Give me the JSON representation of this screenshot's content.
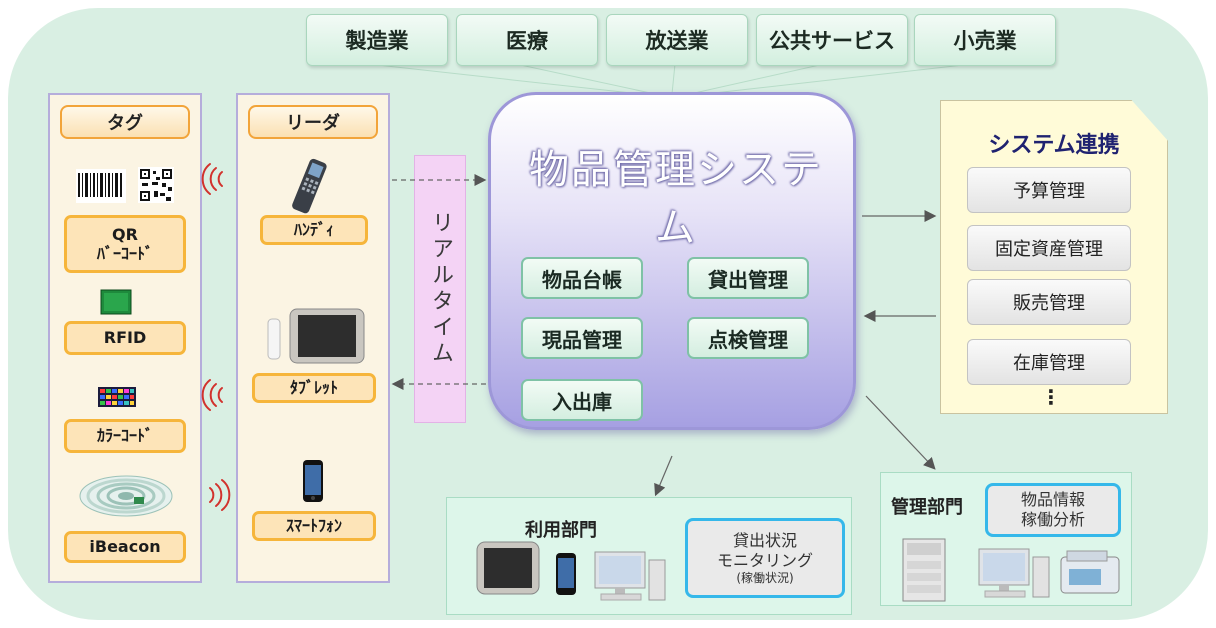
{
  "industries": [
    "製造業",
    "医療",
    "放送業",
    "公共サービス",
    "小売業"
  ],
  "tag_column": {
    "title": "タグ",
    "items": [
      "QR\nﾊﾞｰｺｰﾄﾞ",
      "RFID",
      "ｶﾗｰｺｰﾄﾞ",
      "iBeacon"
    ]
  },
  "reader_column": {
    "title": "リーダ",
    "items": [
      "ﾊﾝﾃﾞｨ",
      "ﾀﾌﾞﾚｯﾄ",
      "ｽﾏｰﾄﾌｫﾝ"
    ]
  },
  "realtime_label": "リアルタイム",
  "system": {
    "title": "物品管理システム",
    "modules": [
      "物品台帳",
      "貸出管理",
      "現品管理",
      "点検管理",
      "入出庫"
    ]
  },
  "integration": {
    "title": "システム連携",
    "items": [
      "予算管理",
      "固定資産管理",
      "販売管理",
      "在庫管理"
    ],
    "ellipsis": "⋮"
  },
  "user_dept": {
    "title": "利用部門",
    "box_line1": "貸出状況",
    "box_line2": "モニタリング",
    "box_line3": "(稼働状況)"
  },
  "admin_dept": {
    "title": "管理部門",
    "box_text": "物品情報\n稼働分析"
  },
  "icons": [
    "barcode-icon",
    "qr-code-icon",
    "rfid-tag-icon",
    "color-code-icon",
    "beacon-icon",
    "wireless-signal-icon",
    "handheld-scanner-icon",
    "tablet-icon",
    "smartphone-icon",
    "desktop-pc-icon",
    "printer-icon",
    "label-printer-icon"
  ],
  "colors": {
    "background": "#d9efe3",
    "orange_accent": "#f6b53b",
    "system_purple": "#a6a0e2",
    "blue_accent": "#35b8ea",
    "realtime_pink": "#f4d3f5"
  }
}
